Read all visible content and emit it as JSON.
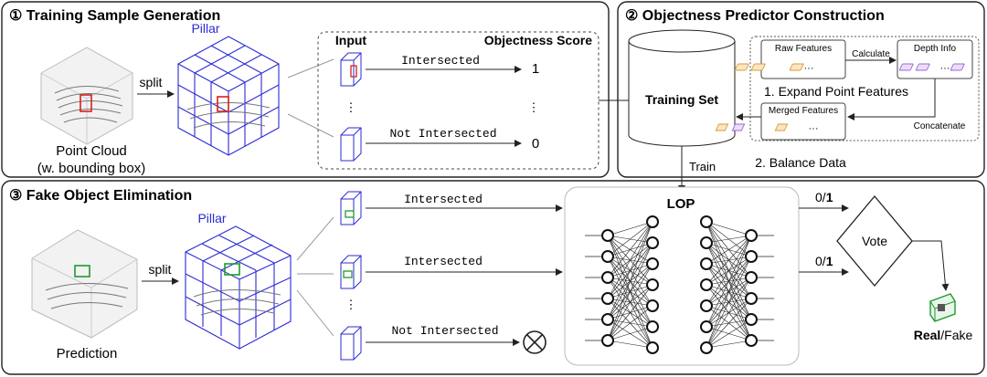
{
  "panel1": {
    "title": "① Training Sample Generation",
    "pillar_label": "Pillar",
    "split_label": "split",
    "point_cloud_label": "Point Cloud",
    "point_cloud_sub": "(w. bounding box)",
    "input_header": "Input",
    "score_header": "Objectness Score",
    "row_intersected": "Intersected",
    "row_not_intersected": "Not Intersected",
    "score_one": "1",
    "score_zero": "0",
    "ellipsis": "⋮"
  },
  "panel2": {
    "title": "② Objectness Predictor Construction",
    "training_set": "Training Set",
    "raw_features": "Raw Features",
    "depth_info": "Depth Info",
    "merged_features": "Merged Features",
    "calculate": "Calculate",
    "concatenate": "Concatenate",
    "step1": "1. Expand Point Features",
    "step2": "2. Balance Data",
    "train": "Train",
    "dots": "···"
  },
  "panel3": {
    "title": "③ Fake Object Elimination",
    "pillar_label": "Pillar",
    "split_label": "split",
    "prediction_label": "Prediction",
    "row1": "Intersected",
    "row2": "Intersected",
    "row3": "Not Intersected",
    "lop": "LOP",
    "out1": "0/1",
    "out2": "0/1",
    "vote": "Vote",
    "real": "Real",
    "fake": "/Fake",
    "ellipsis": "⋮"
  },
  "colors": {
    "pillar_blue": "#2b2bd6",
    "bbox_red": "#d62020",
    "bbox_green": "#1f9a2f",
    "feature_orange": "#d99a3a",
    "feature_purple": "#9a6ad0"
  }
}
